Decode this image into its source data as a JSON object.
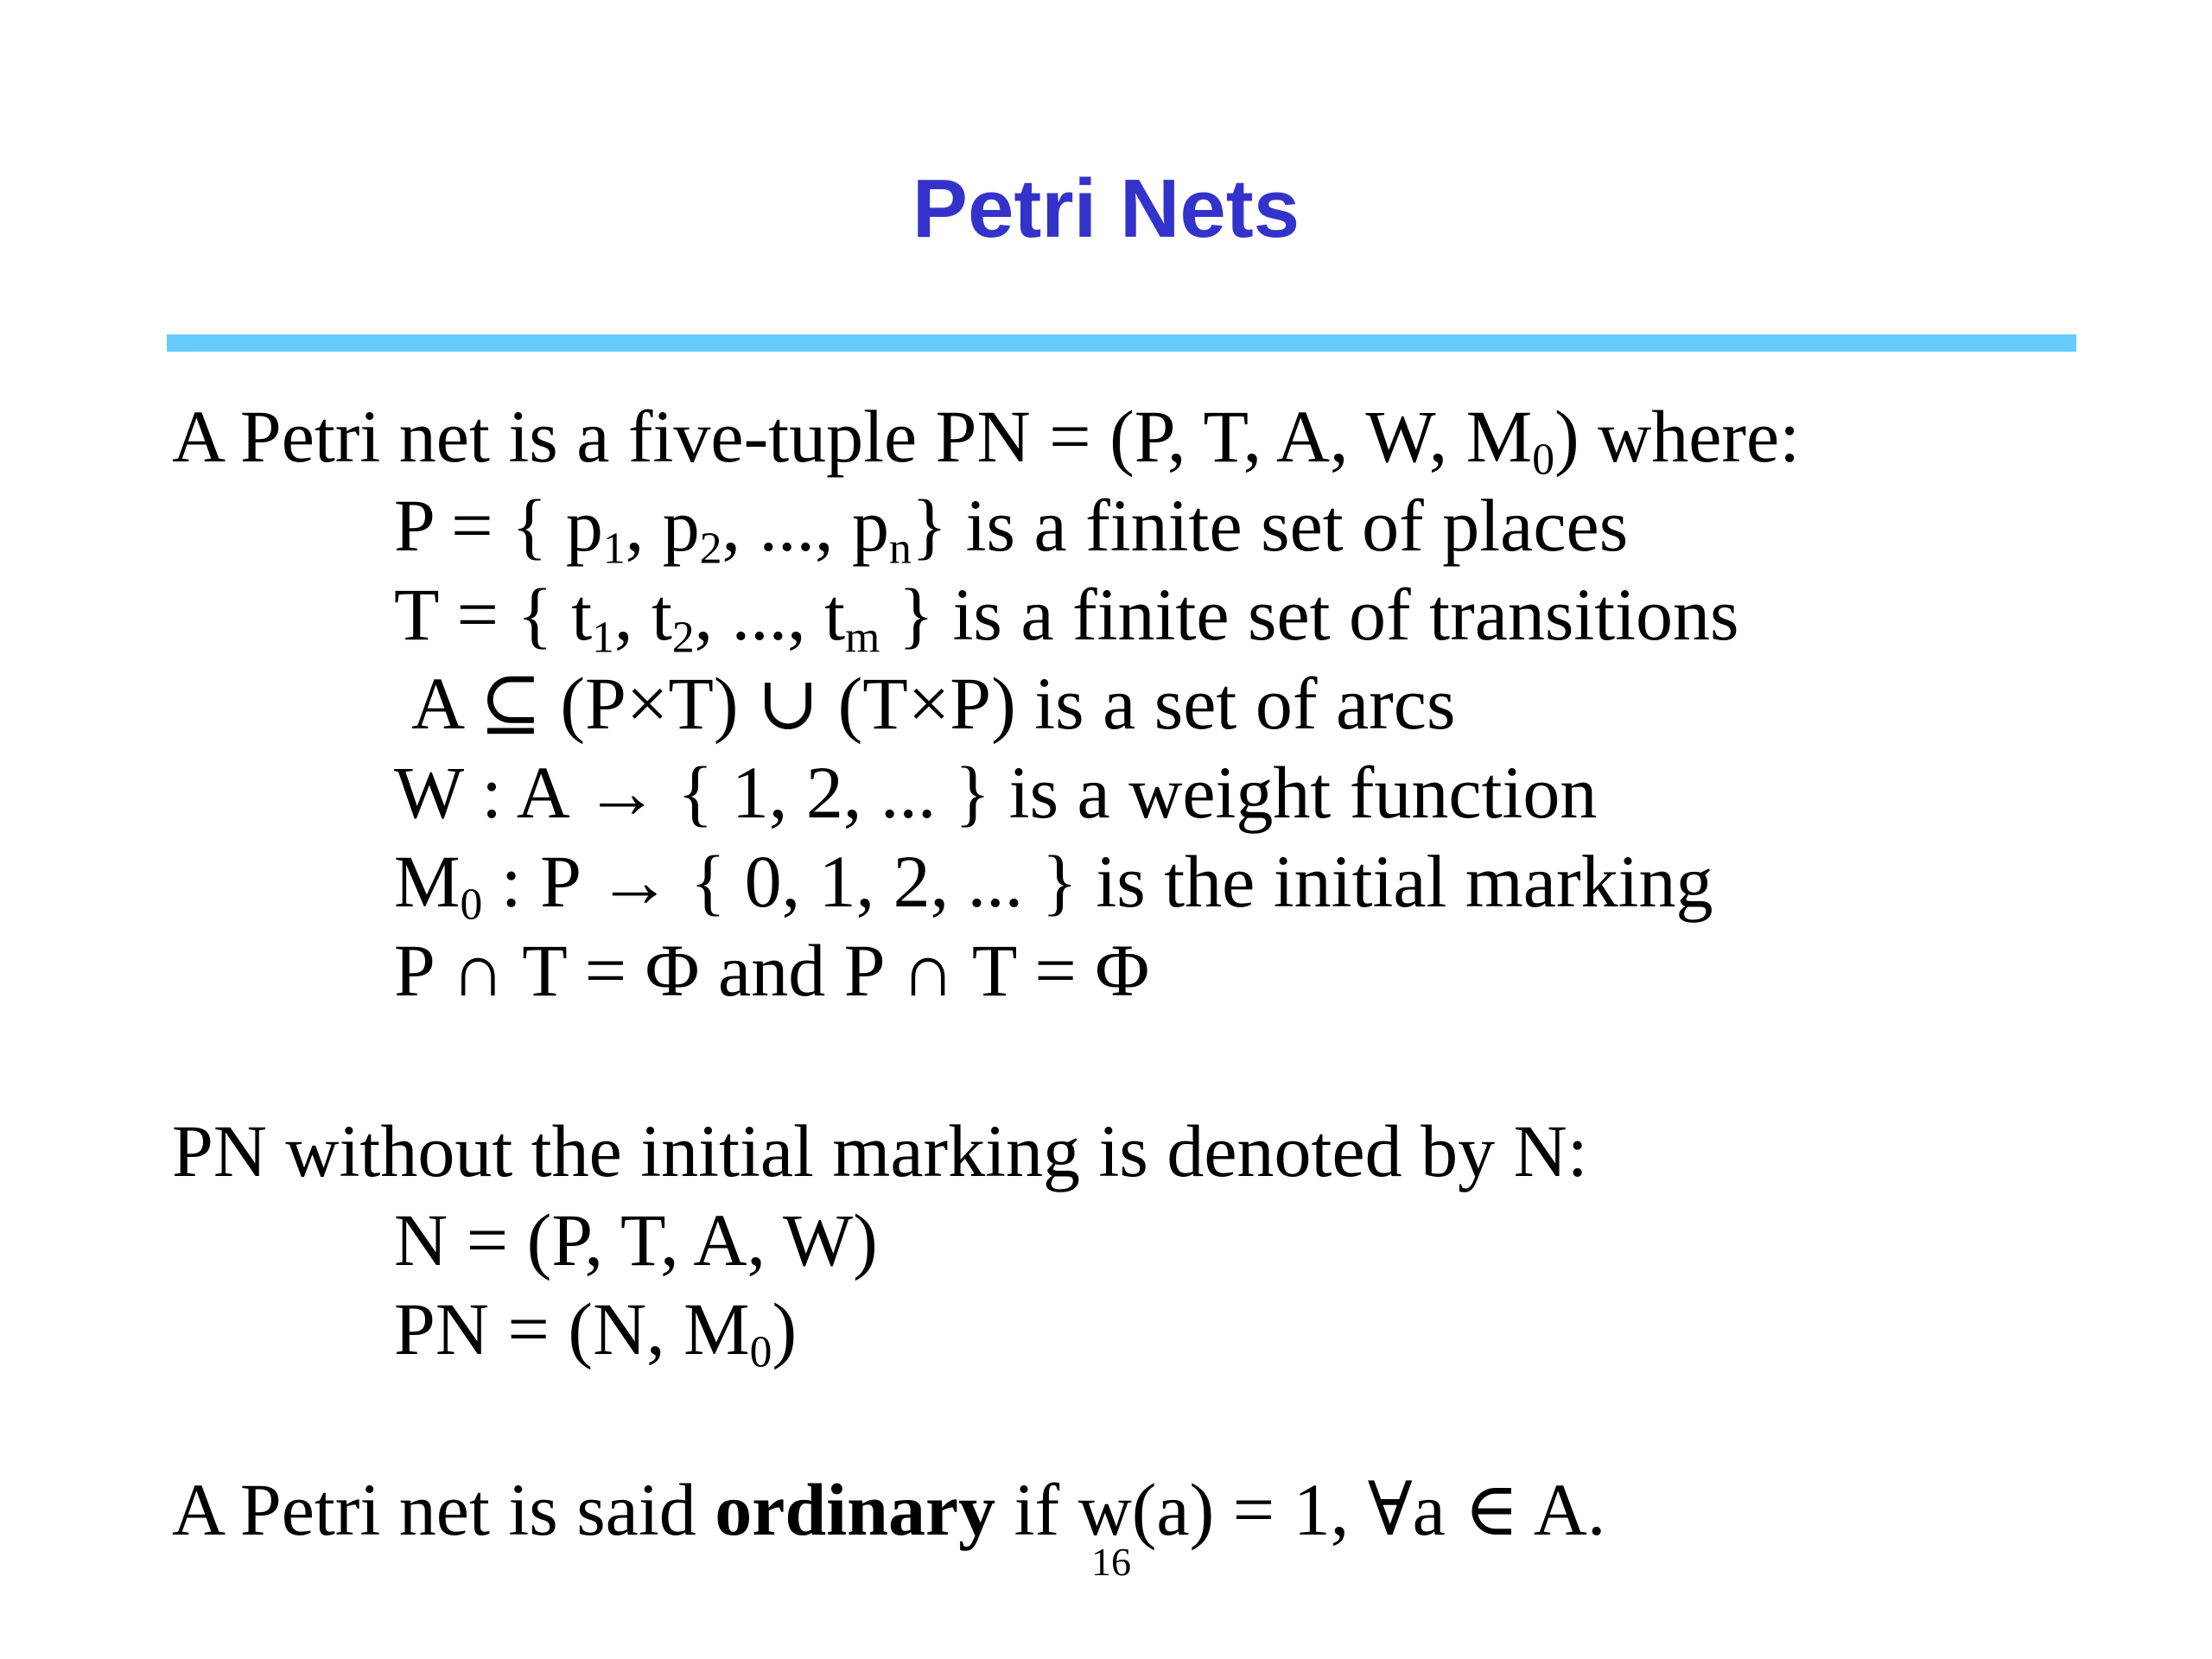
{
  "slide": {
    "title": "Petri Nets",
    "title_color": "#3333cc",
    "rule_color": "#66ccff",
    "page_number": "16"
  },
  "definition": {
    "intro": {
      "pre": "A Petri net is a five-tuple PN = (P, T, A, W, M",
      "sub": "0",
      "post": ") where:"
    },
    "places": {
      "pre": "P = { p",
      "s1": "1",
      "m1": ", p",
      "s2": "2",
      "m2": ", ..., p",
      "s3": "n",
      "post": "} is a finite set of places"
    },
    "transitions": {
      "pre": "T = { t",
      "s1": "1",
      "m1": ", t",
      "s2": "2",
      "m2": ", ..., t",
      "s3": "m",
      "post": " } is a finite set of transitions"
    },
    "arcs": "A ⊆ (P×T) ∪ (T×P) is a set of arcs",
    "weight": "W : A → { 1, 2, ... } is a weight function",
    "marking": {
      "pre": "M",
      "sub": "0",
      "post": " : P → { 0, 1, 2, ... } is the initial marking"
    },
    "disjoint": "P ∩ T = Φ and P ∩ T = Φ"
  },
  "unmarked": {
    "intro": "PN without the initial marking is denoted by N:",
    "n_def": "N = (P, T, A, W)",
    "pn_def": {
      "pre": "PN = (N, M",
      "sub": "0",
      "post": ")"
    }
  },
  "ordinary": {
    "pre": "A Petri net is said ",
    "bold": "ordinary",
    "post": " if w(a) = 1, ∀a ∈ A."
  }
}
